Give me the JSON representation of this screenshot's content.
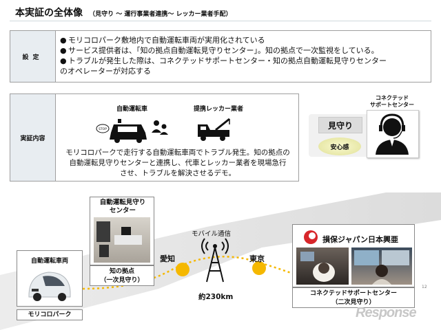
{
  "title": {
    "main": "本実証の全体像",
    "sub": "（見守り ～ 運行事業者連携～ レッカー業者手配）"
  },
  "setting": {
    "label": "設定",
    "bullets": [
      [
        "モリコロパーク敷地内で自動運転車両が実用化されている"
      ],
      [
        "サービス提供者は、「知の拠点自動運転見守りセンター」。知の拠点で一次監視をしている。"
      ],
      [
        "トラブルが発生した際は、コネクテッドサポートセンター・知の拠点自動運転見守りセンター",
        "のオペレーターが対応する"
      ]
    ]
  },
  "demo": {
    "label": "実証内容",
    "vehicle_label": "自動運転車",
    "tow_label": "提携レッカー業者",
    "stop_sign": "STOP",
    "text_lines": [
      "モリコロパークで走行する自動運転車両でトラブル発生。知の拠点の",
      "自動運転見守りセンターと連携し、代車とレッカー業者を現場急行",
      "させ、トラブルを解決させるデモ。"
    ]
  },
  "monitoring": {
    "label": "見守り",
    "relief": "安心感",
    "support_title_lines": [
      "コネクテッド",
      "サポートセンター"
    ]
  },
  "bottom": {
    "center_title_lines": [
      "自動運転見守り",
      "センター"
    ],
    "base_lines": [
      "知の拠点",
      "（一次見守り）"
    ],
    "vehicle_title": "自動運転車両",
    "moricoro": "モリコロパーク",
    "mobile": "モバイル通信",
    "aichi": "愛知",
    "tokyo": "東京",
    "distance": "約230km",
    "sompo_name": "損保ジャパン日本興亜",
    "sompo_lines": [
      "コネクテッドサポートセンター",
      "（二次見守り）"
    ]
  },
  "watermark": "Response",
  "page_no": "12",
  "colors": {
    "route_dot": "#f5b800",
    "frame": "#9e9e9e",
    "label_bg": "#e8edf1",
    "sompo_red": "#d7262a"
  },
  "icons": [
    "car-icon",
    "person-icon",
    "tow-truck-icon",
    "operator-icon",
    "antenna-icon",
    "sompo-logo-icon"
  ]
}
